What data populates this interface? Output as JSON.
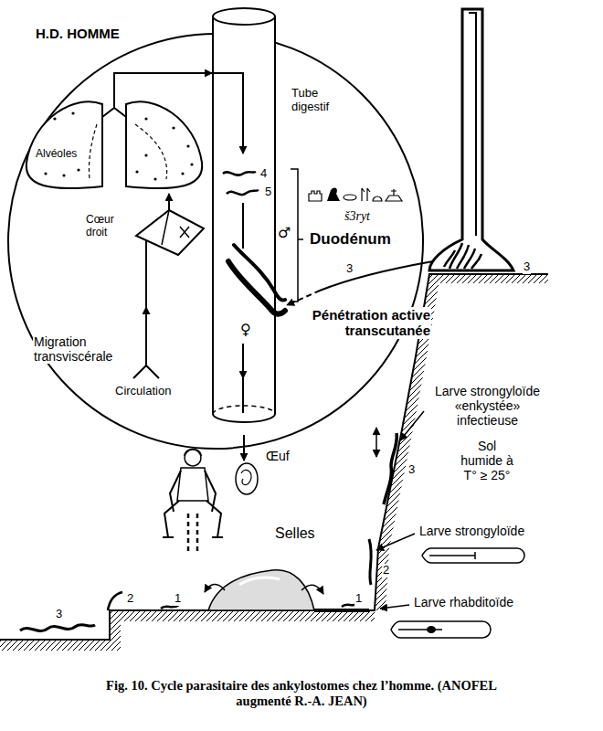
{
  "diagram": {
    "caption": "Fig. 10. Cycle parasitaire des ankylostomes chez l’homme. (ANOFEL augmenté R.-A. JEAN)",
    "nodes": [
      {
        "text": [
          "H.D. HOMME"
        ]
      },
      {
        "text": [
          "Alvéoles"
        ],
        "in": 0
      },
      {
        "text": [
          "Cœur droit"
        ],
        "in": 0
      },
      {
        "text": [
          "Tube digestif"
        ],
        "in": 0
      }
    ],
    "edges": [
      {
        "from": 2,
        "to": 1,
        "arrow": "to"
      },
      {
        "from": 1,
        "to": 3,
        "arrow": "to"
      }
    ],
    "labels": [
      "4",
      "5",
      "♂",
      "♀",
      "š3ryt",
      "Duodénum",
      "Migration transviscérale",
      "Circulation",
      "3",
      "Pénétration active transcutanée",
      "3",
      "Larve strongyloïde «enkystée» infectieuse",
      "3",
      "Sol humide à T° ≥ 25°",
      "Larve strongyloïde",
      "2",
      "Œuf",
      "Selles",
      "3",
      "2",
      "1",
      "1",
      "Larve rhabditoïde"
    ]
  }
}
